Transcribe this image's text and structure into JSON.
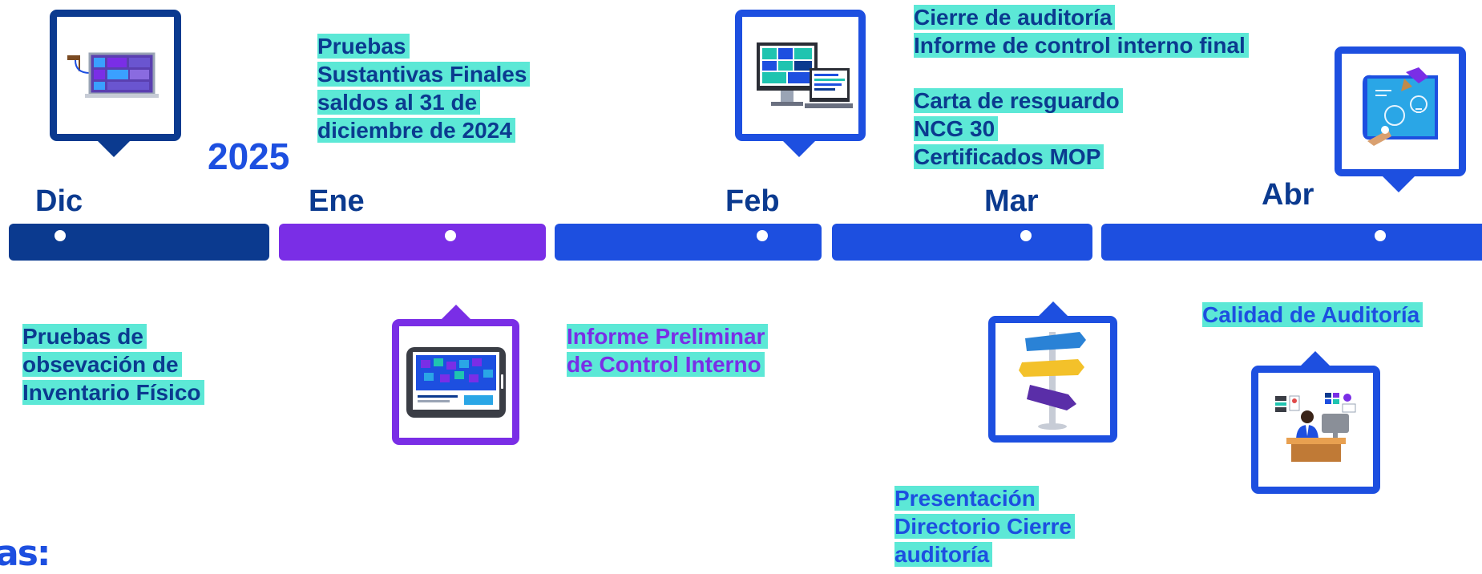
{
  "year": "2025",
  "months": {
    "dic": "Dic",
    "ene": "Ene",
    "feb": "Feb",
    "mar": "Mar",
    "abr": "Abr"
  },
  "colors": {
    "dark_blue": "#0b3a8f",
    "purple": "#7a2ee6",
    "blue": "#1d4fe0",
    "highlight": "#5ce8d6"
  },
  "milestones": {
    "pruebas_finales": [
      "Pruebas",
      "Sustantivas Finales",
      "saldos al 31 de",
      "diciembre de 2024"
    ],
    "cierre": [
      "Cierre de auditoría",
      "Informe de control interno final"
    ],
    "carta": [
      "Carta de resguardo",
      "NCG 30",
      "Certificados MOP"
    ],
    "inventario": [
      "Pruebas de",
      "obsevación de",
      "Inventario Físico"
    ],
    "informe_preliminar": [
      "Informe Preliminar",
      "de Control Interno"
    ],
    "calidad": [
      "Calidad de Auditoría"
    ],
    "presentacion": [
      "Presentación",
      "Directorio Cierre",
      "auditoría"
    ]
  },
  "footer_fragment": "as:",
  "icons": {
    "dic_card": "laptop-dashboard-icon",
    "feb_card": "desktop-monitors-icon",
    "abr_card": "blueprint-idea-icon",
    "ene_card": "tablet-dashboard-icon",
    "mar_card": "signpost-icon",
    "abr_bottom_card": "presenter-desk-icon"
  }
}
